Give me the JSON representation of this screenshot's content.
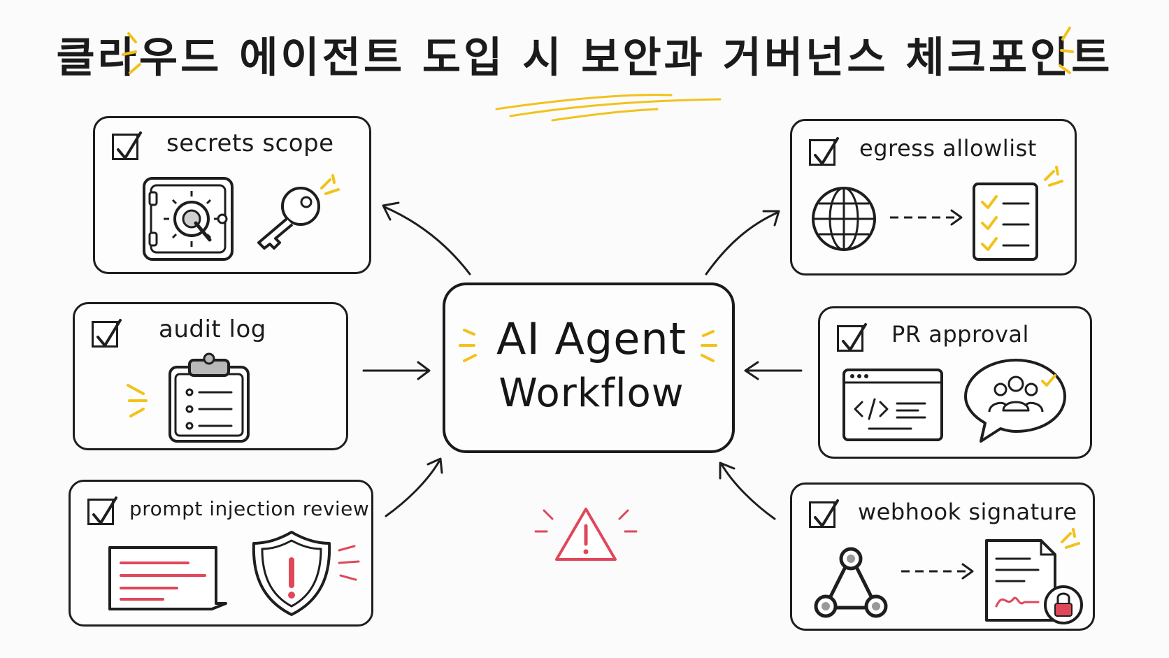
{
  "title": "클라우드 에이전트 도입 시 보안과 거버넌스 체크포인트",
  "center": {
    "line1": "AI Agent",
    "line2": "Workflow"
  },
  "cards": {
    "secrets": {
      "label": "secrets scope",
      "icons": [
        "safe-icon",
        "key-icon"
      ]
    },
    "audit": {
      "label": "audit log",
      "icons": [
        "clipboard-icon"
      ]
    },
    "prompt": {
      "label": "prompt injection review",
      "icons": [
        "message-icon",
        "shield-alert-icon"
      ]
    },
    "egress": {
      "label": "egress allowlist",
      "icons": [
        "globe-icon",
        "checklist-icon"
      ]
    },
    "pr": {
      "label": "PR approval",
      "icons": [
        "code-window-icon",
        "team-bubble-icon"
      ]
    },
    "webhook": {
      "label": "webhook signature",
      "icons": [
        "webhook-icon",
        "signed-document-icon"
      ]
    }
  },
  "colors": {
    "ink": "#1c1c1c",
    "accent_yellow": "#f2c21b",
    "alert_red": "#e0475a",
    "background": "#fbfbfb"
  }
}
